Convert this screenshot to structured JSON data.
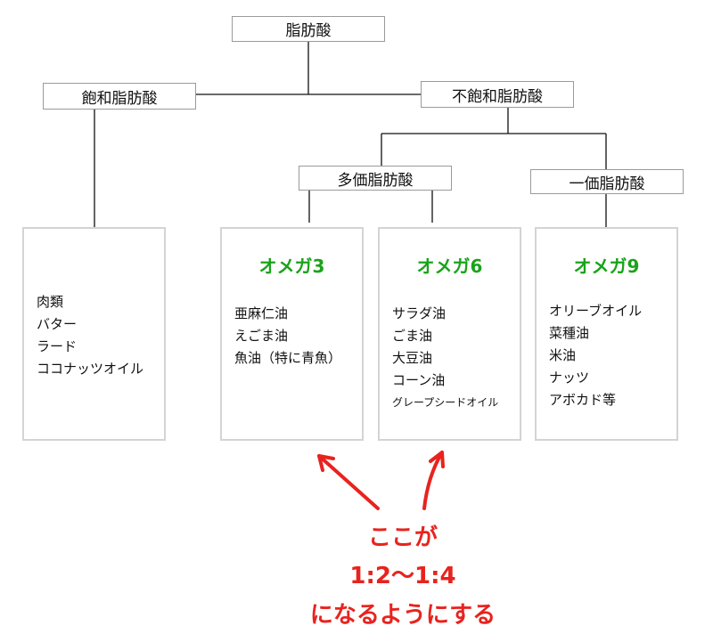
{
  "root": "脂肪酸",
  "saturated": "飽和脂肪酸",
  "unsaturated": "不飽和脂肪酸",
  "polyunsaturated": "多価脂肪酸",
  "monounsaturated": "一価脂肪酸",
  "saturated_box": {
    "items": [
      "肉類",
      "バター",
      "ラード",
      "ココナッツオイル"
    ]
  },
  "omega3": {
    "title": "オメガ3",
    "items": [
      "亜麻仁油",
      "えごま油",
      "魚油（特に青魚）"
    ]
  },
  "omega6": {
    "title": "オメガ6",
    "items": [
      "サラダ油",
      "ごま油",
      "大豆油",
      "コーン油",
      "グレープシードオイル"
    ]
  },
  "omega9": {
    "title": "オメガ9",
    "items": [
      "オリーブオイル",
      "菜種油",
      "米油",
      "ナッツ",
      "アボカド等"
    ]
  },
  "note": {
    "line1": "ここが",
    "line2": "1:2〜1:4",
    "line3": "になるようにする"
  },
  "colors": {
    "omega": "#1aa31a",
    "note": "#e8231e"
  }
}
